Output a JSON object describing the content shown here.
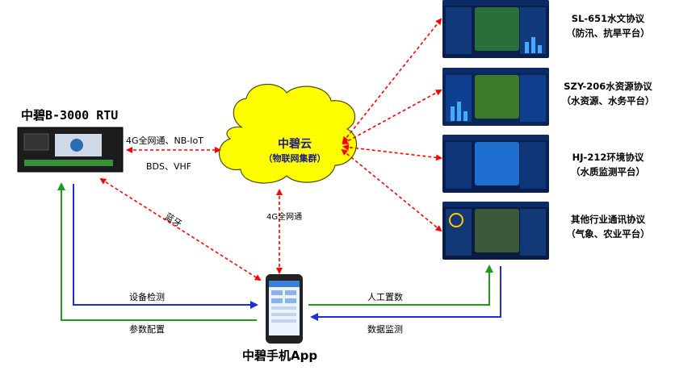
{
  "rtu": {
    "title": "中碧B-3000 RTU"
  },
  "cloud": {
    "title": "中碧云",
    "subtitle": "（物联网集群）"
  },
  "app": {
    "title": "中碧手机App"
  },
  "links": {
    "rtu_cloud_top": "4G全网通、NB-IoT",
    "rtu_cloud_bottom": "BDS、VHF",
    "bluetooth": "蓝牙",
    "app_cloud": "4G全网通",
    "device_check": "设备检测",
    "param_config": "参数配置",
    "manual_data": "人工置数",
    "data_monitor": "数据监测"
  },
  "platforms": [
    {
      "line1": "SL-651水文协议",
      "line2": "（防汛、抗旱平台）",
      "accent": "#2a6f3a"
    },
    {
      "line1": "SZY-206水资源协议",
      "line2": "（水资源、水务平台）",
      "accent": "#3d7a2a"
    },
    {
      "line1": "HJ-212环境协议",
      "line2": "（水质监测平台）",
      "accent": "#1f6fd1"
    },
    {
      "line1": "其他行业通讯协议",
      "line2": "（气象、农业平台）",
      "accent": "#3a5a3a"
    }
  ],
  "colors": {
    "dashed": "#ff0000",
    "blue_arrow": "#1f2bdc",
    "green_arrow": "#1e9a1e",
    "cloud_fill": "#ffff00"
  }
}
